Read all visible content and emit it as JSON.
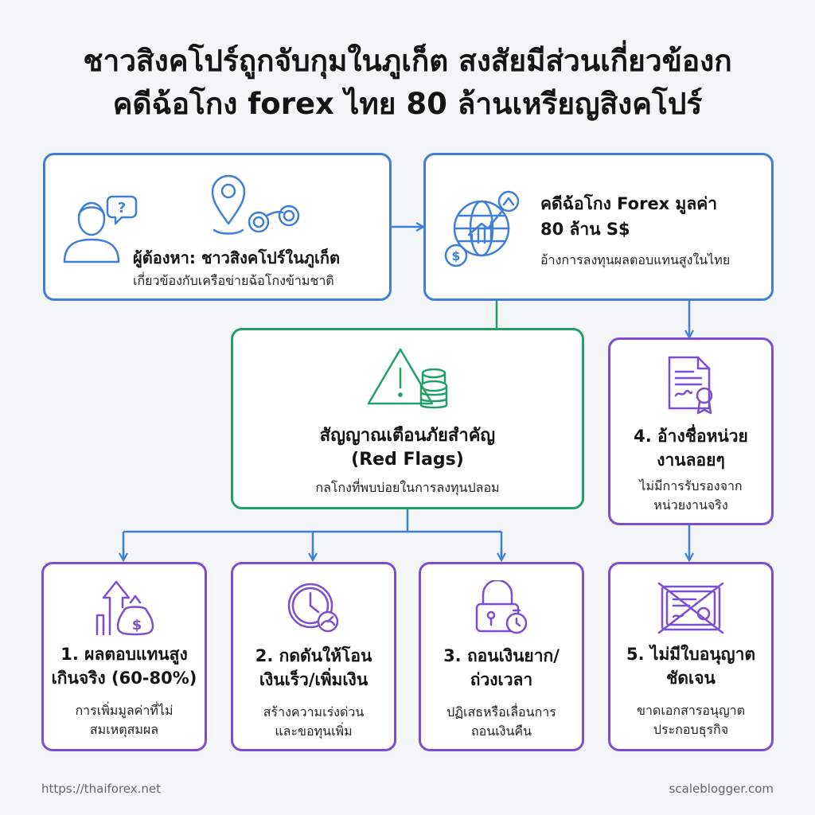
{
  "title_lines": [
    "ชาวสิงคโปร์ถูกจับกุมในภูเก็ต สงสัยมีส่วนเกี่ยวข้องก",
    "คดีฉ้อโกง forex ไทย 80 ล้านเหรียญสิงคโปร์"
  ],
  "suspect": {
    "heading": "ผู้ต้องหา: ชาวสิงคโปร์ในภูเก็ต",
    "sub": "เกี่ยวข้องกับเครือข่ายฉ้อโกงข้ามชาติ"
  },
  "case": {
    "heading_1": "คดีฉ้อโกง Forex มูลค่า",
    "heading_2": "80 ล้าน S$",
    "sub": "อ้างการลงทุนผลตอบแทนสูงในไทย"
  },
  "red_flags": {
    "heading_1": "สัญญาณเตือนภัยสำคัญ",
    "heading_2": "(Red Flags)",
    "sub": "กลโกงที่พบบ่อยในการลงทุนปลอม"
  },
  "flags": [
    {
      "id": "1",
      "h1": "1. ผลตอบแทนสูง",
      "h2": "เกินจริง (60-80%)",
      "s1": "การเพิ่มมูลค่าที่ไม่",
      "s2": "สมเหตุสมผล",
      "icon": "money-growth-icon"
    },
    {
      "id": "2",
      "h1": "2. กดดันให้โอน",
      "h2": "เงินเร็ว/เพิ่มเงิน",
      "s1": "สร้างความเร่งด่วน",
      "s2": "และขอทุนเพิ่ม",
      "icon": "clock-pressure-icon"
    },
    {
      "id": "3",
      "h1": "3. ถอนเงินยาก/",
      "h2": "ถ่วงเวลา",
      "s1": "ปฏิเสธหรือเลื่อนการ",
      "s2": "ถอนเงินคืน",
      "icon": "lock-timer-icon"
    },
    {
      "id": "4",
      "h1": "4. อ้างชื่อหน่วย",
      "h2": "งานลอยๆ",
      "s1": "ไม่มีการรับรองจาก",
      "s2": "หน่วยงานจริง",
      "icon": "certificate-icon"
    },
    {
      "id": "5",
      "h1": "5. ไม่มีใบอนุญาต",
      "h2": "ชัดเจน",
      "s1": "ขาดเอกสารอนุญาต",
      "s2": "ประกอบธุรกิจ",
      "icon": "crossed-license-icon"
    }
  ],
  "footer": {
    "left": "https://thaiforex.net",
    "right": "scaleblogger.com"
  },
  "colors": {
    "blue": "#3f7fd6",
    "green": "#23a06a",
    "purple": "#7b4fd0"
  }
}
